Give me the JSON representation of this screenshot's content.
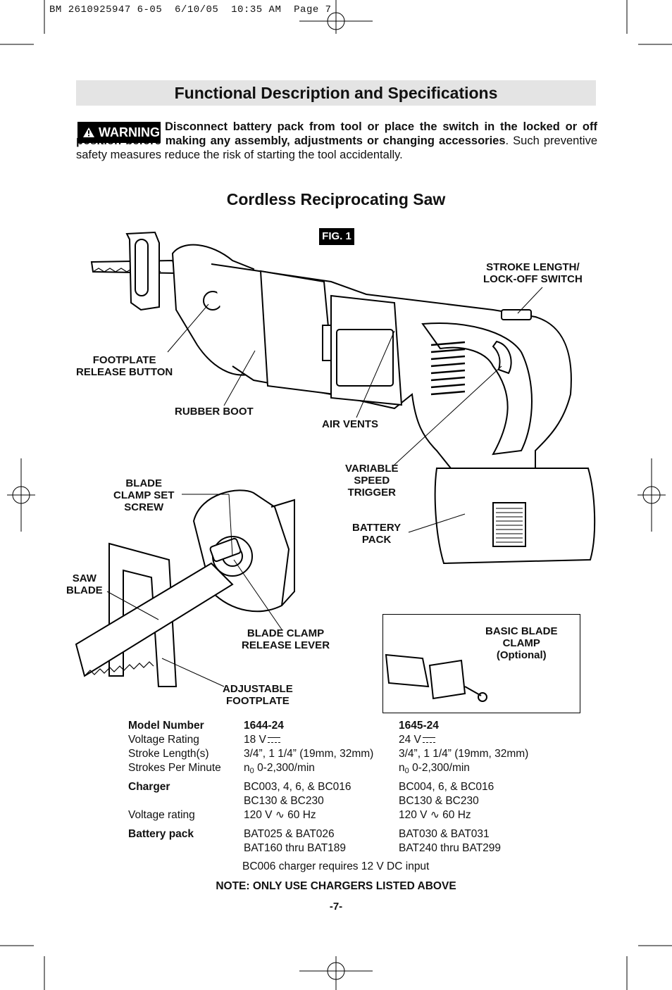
{
  "slug_line": "BM 2610925947 6-05  6/10/05  10:35 AM  Page 7",
  "title": "Functional Description and Specifications",
  "warning": {
    "badge": "WARNING",
    "bold_text": "Disconnect battery pack from tool or place the switch in the locked or off position before making any assembly, adjustments or changing accessories",
    "rest_text": ". Such preventive safety measures reduce the risk of starting the tool accidentally."
  },
  "subtitle": "Cordless Reciprocating Saw",
  "figure": {
    "label": "FIG. 1",
    "callouts": {
      "stroke_length": [
        "STROKE LENGTH/",
        "LOCK-OFF SWITCH"
      ],
      "footplate_release": [
        "FOOTPLATE",
        "RELEASE BUTTON"
      ],
      "rubber_boot": "RUBBER BOOT",
      "air_vents": "AIR VENTS",
      "variable_speed": [
        "VARIABLE",
        "SPEED",
        "TRIGGER"
      ],
      "battery_pack": [
        "BATTERY",
        "PACK"
      ],
      "blade_clamp_set": [
        "BLADE",
        "CLAMP SET",
        "SCREW"
      ],
      "saw_blade": [
        "SAW",
        "BLADE"
      ],
      "blade_clamp_release": [
        "BLADE CLAMP",
        "RELEASE LEVER"
      ],
      "adjustable_footplate": [
        "ADJUSTABLE",
        "FOOTPLATE"
      ],
      "basic_blade_clamp": [
        "BASIC BLADE",
        "CLAMP",
        "(Optional)"
      ]
    }
  },
  "specs": {
    "header": {
      "label": "Model Number",
      "m1": "1644-24",
      "m2": "1645-24"
    },
    "voltage_rating": {
      "label": "Voltage Rating",
      "m1": "18 V",
      "m2": "24 V"
    },
    "stroke_length": {
      "label": "Stroke Length(s)",
      "m1": "3/4”, 1 1/4” (19mm, 32mm)",
      "m2": "3/4”, 1 1/4” (19mm, 32mm)"
    },
    "strokes_per_minute": {
      "label": "Strokes Per Minute",
      "prefix": "n",
      "sub": "0",
      "m1": "0-2,300/min",
      "m2": "0-2,300/min"
    },
    "charger": {
      "label": "Charger",
      "m1": [
        "BC003, 4, 6, & BC016",
        "BC130 & BC230"
      ],
      "m2": [
        "BC004, 6, & BC016",
        "BC130 & BC230"
      ]
    },
    "charger_voltage": {
      "label": "Voltage rating",
      "m1_a": "120 V",
      "m1_b": "60 Hz",
      "m2_a": "120 V",
      "m2_b": "60 Hz"
    },
    "battery_pack": {
      "label": "Battery pack",
      "m1": [
        "BAT025 & BAT026",
        "BAT160 thru BAT189"
      ],
      "m2": [
        "BAT030 & BAT031",
        "BAT240 thru BAT299"
      ]
    }
  },
  "bc006_note": "BC006 charger requires 12 V DC input",
  "note": "NOTE: ONLY USE CHARGERS LISTED ABOVE",
  "page_number": "-7-"
}
